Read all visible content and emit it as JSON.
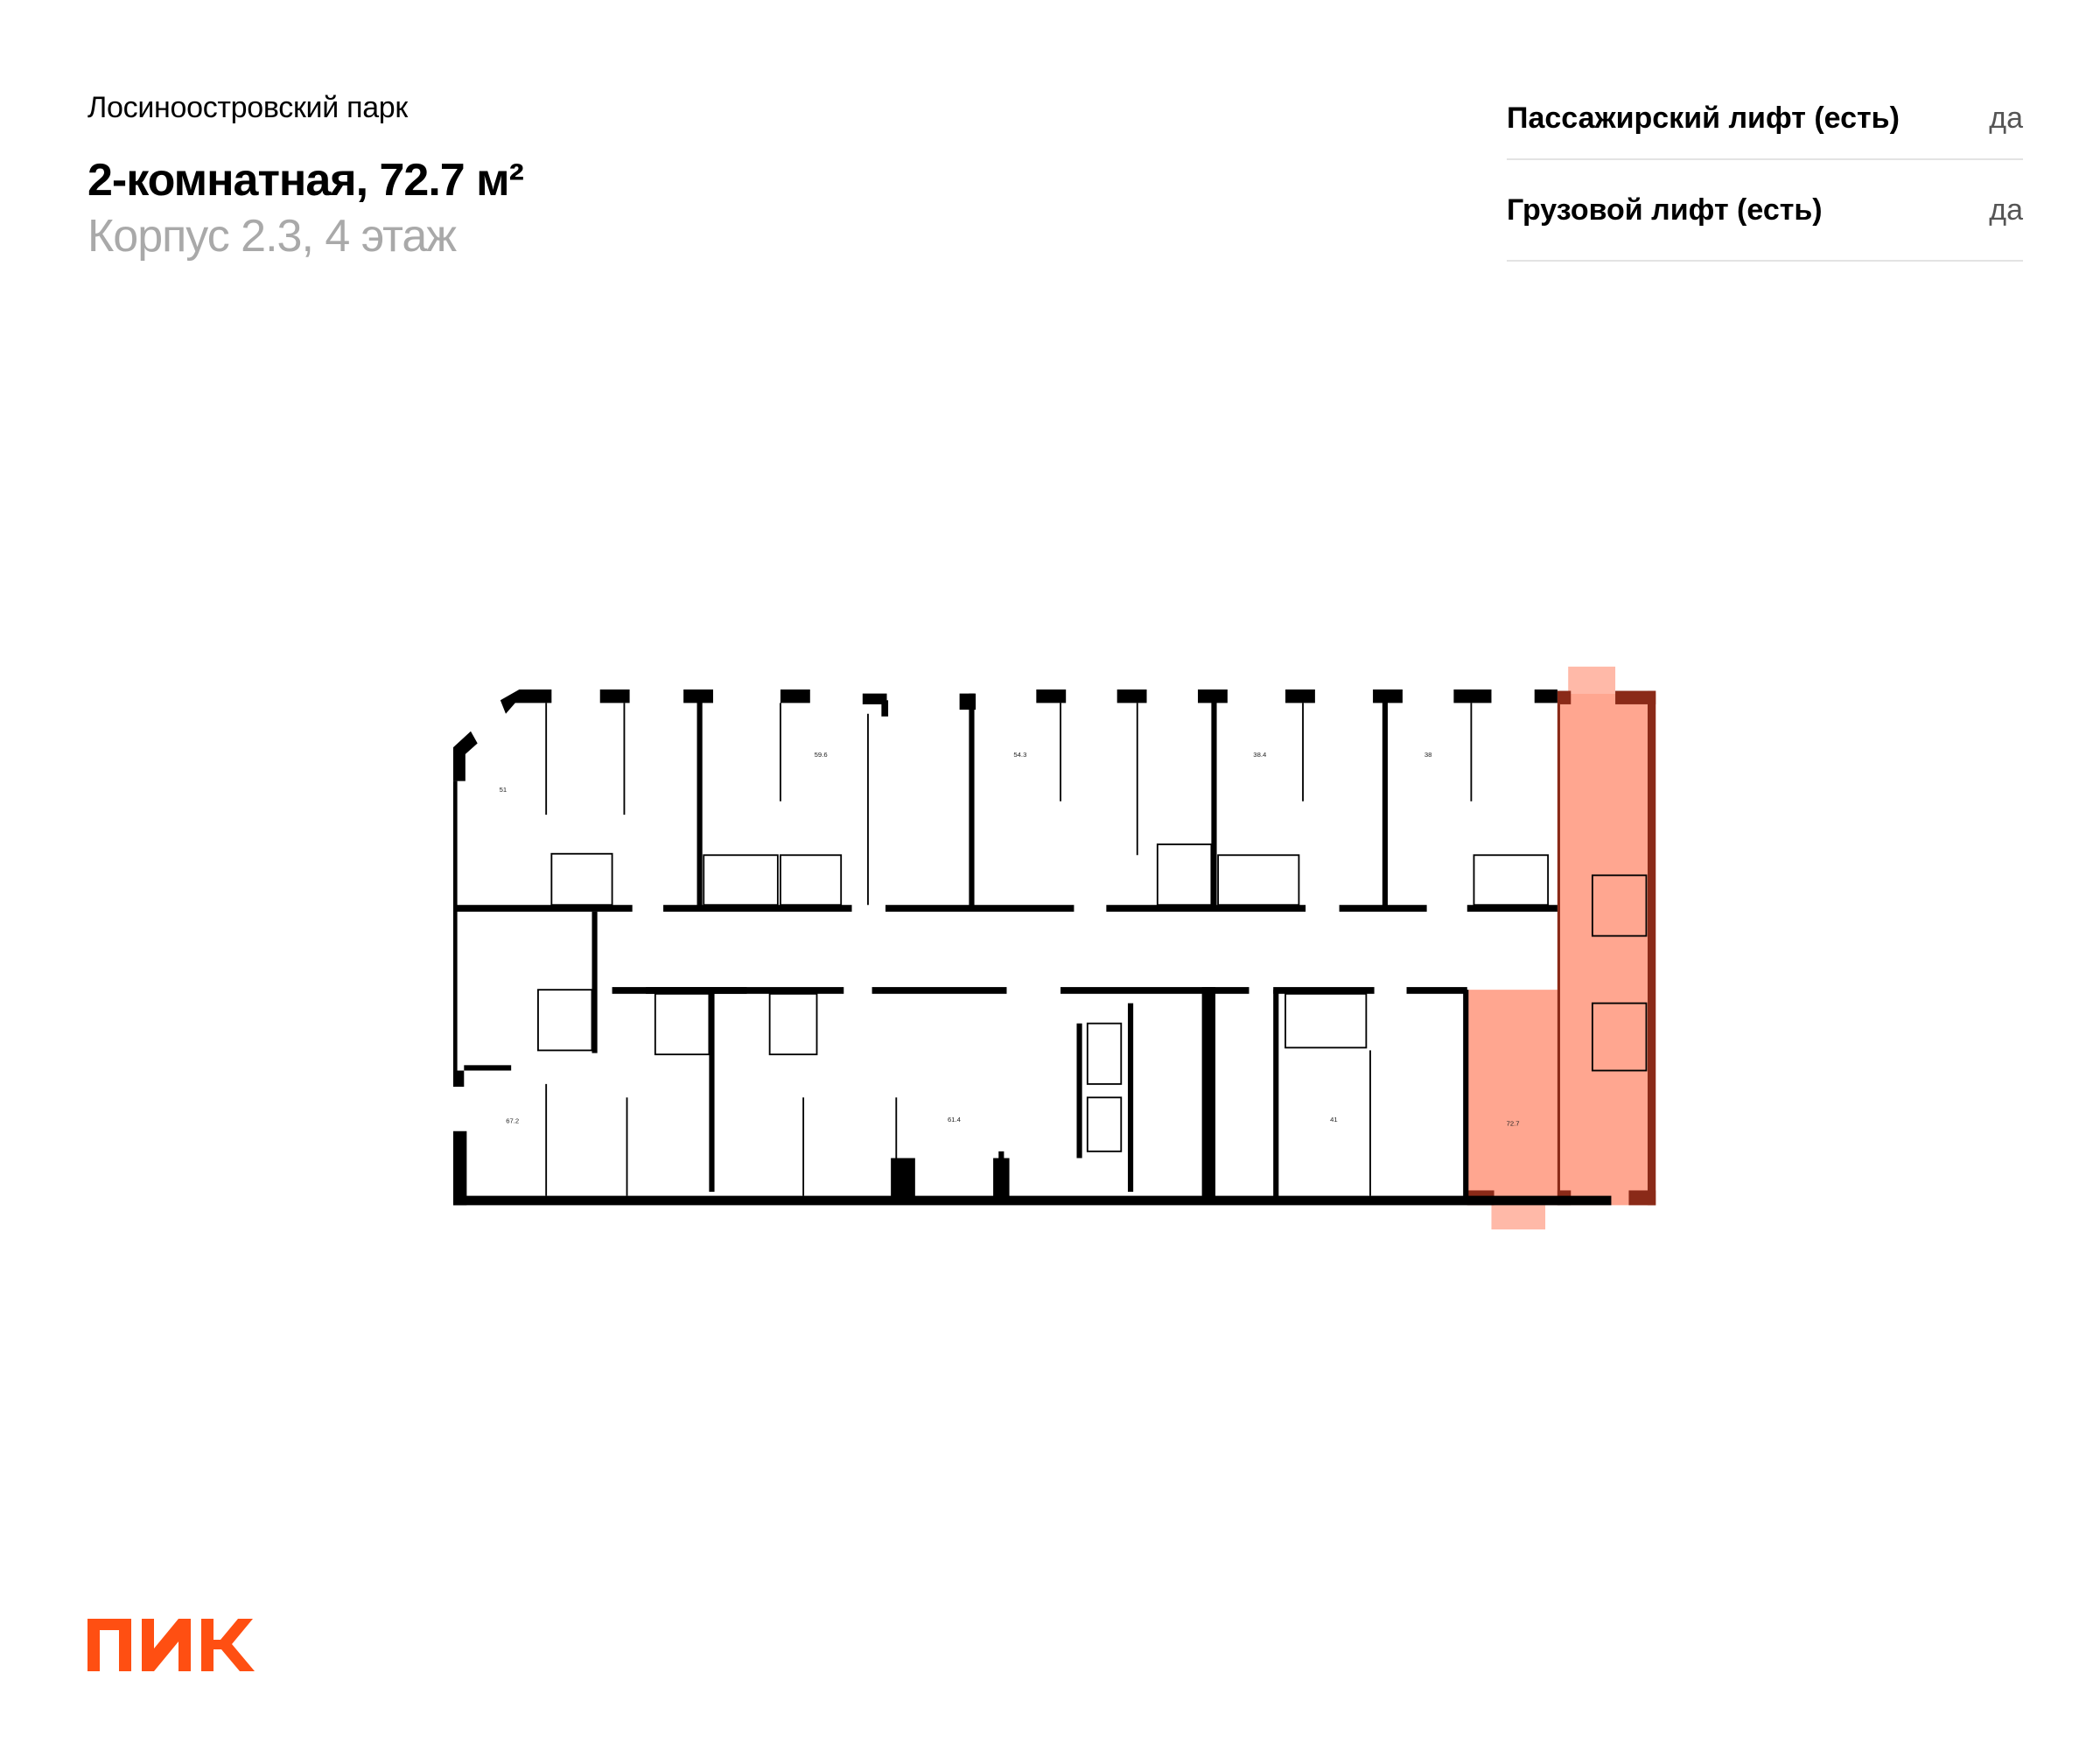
{
  "header": {
    "project": "Лосиноостровский парк",
    "title": "2-комнатная, 72.7 м²",
    "subtitle": "Корпус 2.3, 4 этаж"
  },
  "features": [
    {
      "label": "Пассажирский лифт (есть)",
      "value": "да"
    },
    {
      "label": "Грузовой лифт (есть)",
      "value": "да"
    }
  ],
  "floor_plan": {
    "selected_apartment": "72.7",
    "highlight_color": "#FFA690",
    "highlight_wall_color": "#8A2A18",
    "rooms": [
      "51",
      "59.6",
      "54.3",
      "38.4",
      "38",
      "67.2",
      "61.4",
      "41",
      "72.7"
    ]
  },
  "logo": {
    "text": "ПИК",
    "color": "#FF4F12"
  }
}
